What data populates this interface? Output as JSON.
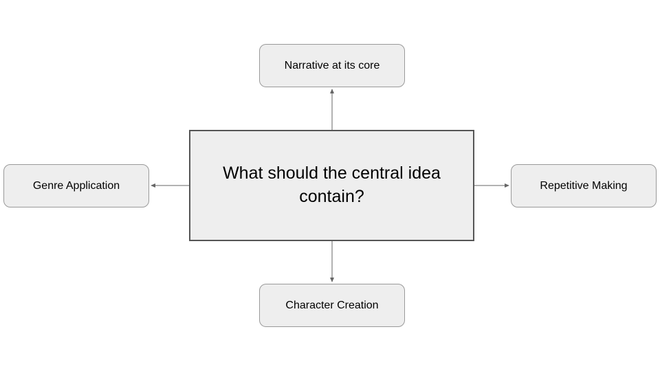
{
  "diagram": {
    "center": {
      "label": "What should the central idea contain?"
    },
    "nodes": {
      "top": {
        "label": "Narrative at its core"
      },
      "right": {
        "label": "Repetitive Making"
      },
      "bottom": {
        "label": "Character Creation"
      },
      "left": {
        "label": "Genre Application"
      }
    },
    "colors": {
      "background": "#ffffff",
      "node_fill": "#eeeeee",
      "center_border": "#555555",
      "satellite_border": "#999999",
      "connector": "#666666",
      "text": "#000000"
    }
  }
}
